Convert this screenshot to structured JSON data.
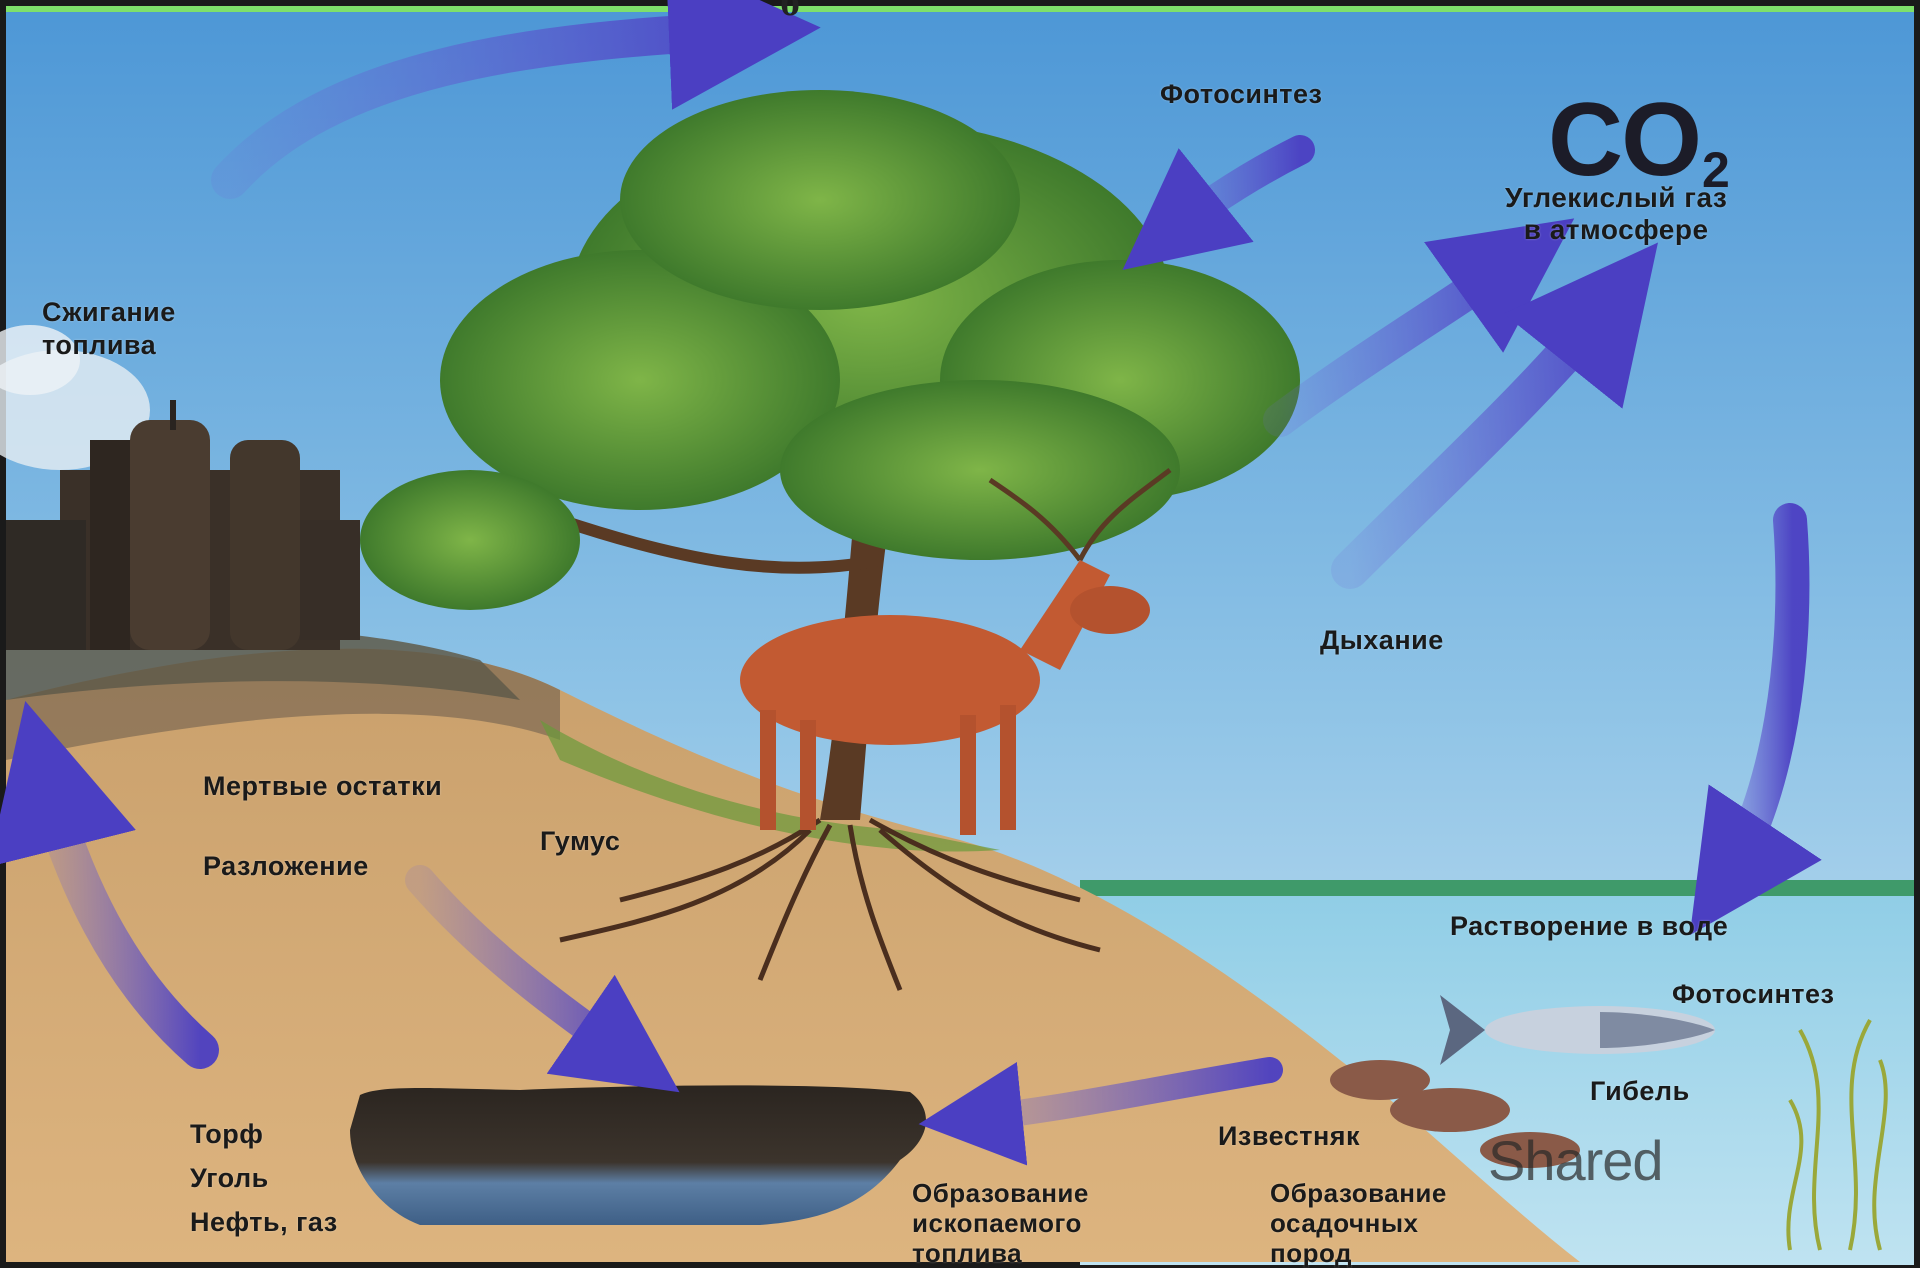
{
  "diagram": {
    "top_fragment": "б",
    "co2": {
      "formula": "CO",
      "subscript": "2",
      "caption": "Углекислый газ\nв атмосфере"
    },
    "labels": {
      "photosynthesis_top": "Фотосинтез",
      "fuel_burning": "Сжигание\nтоплива",
      "respiration": "Дыхание",
      "dead_remains": "Мертвые остатки",
      "humus": "Гумус",
      "decomposition": "Разложение",
      "dissolution": "Растворение в воде",
      "photosynthesis_water": "Фотосинтез",
      "death": "Гибель",
      "limestone": "Известняк",
      "peat": "Торф",
      "coal": "Уголь",
      "oil_gas": "Нефть, газ",
      "fossil_fuel_formation": "Образование\nископаемого\nтоплива",
      "sediment_formation": "Образование\nосадочных\nпород"
    },
    "watermark": "Shared",
    "colors": {
      "arrow": "#5a4fc8",
      "sky_top": "#4d97d6",
      "sky_bottom": "#cde5f3",
      "soil": "#d8ad78",
      "sea": "#9bd3e9"
    }
  }
}
